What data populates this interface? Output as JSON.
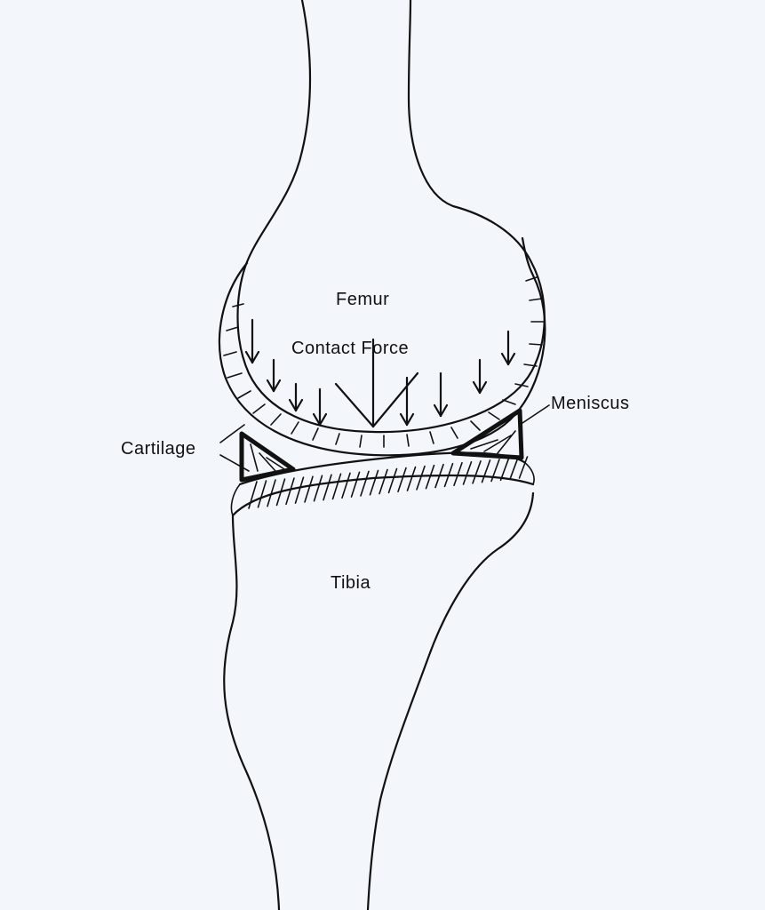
{
  "labels": {
    "femur": "Femur",
    "contact_force": "Contact Force",
    "meniscus": "Meniscus",
    "cartilage": "Cartilage",
    "tibia": "Tibia"
  },
  "colors": {
    "background": "#f3f7fc",
    "ink": "#111111"
  }
}
